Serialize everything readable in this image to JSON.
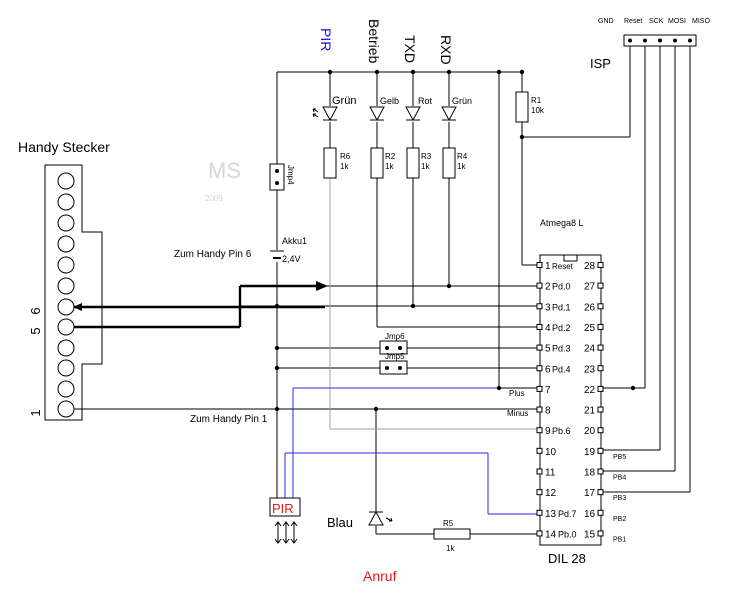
{
  "connector": {
    "title": "Handy Stecker",
    "pin_labels": [
      "6",
      "5",
      "1"
    ]
  },
  "headers": {
    "pir": "PIR",
    "betrieb": "Betrieb",
    "txd": "TXD",
    "rxd": "RXD"
  },
  "leds": [
    {
      "color_label": "Grün"
    },
    {
      "color_label": "Gelb"
    },
    {
      "color_label": "Rot"
    },
    {
      "color_label": "Grün"
    }
  ],
  "resistors": [
    {
      "name": "R6",
      "value": "1k"
    },
    {
      "name": "R2",
      "value": "1k"
    },
    {
      "name": "R3",
      "value": "1k"
    },
    {
      "name": "R4",
      "value": "1k"
    },
    {
      "name": "R1",
      "value": "10k"
    },
    {
      "name": "R5",
      "value": "1k"
    }
  ],
  "watermark": {
    "logo": "MS",
    "year": "2009"
  },
  "jumpers": {
    "jmp4": "Jmp4",
    "jmp6": "Jmp6",
    "jmp5": "Jmp5"
  },
  "battery": {
    "name": "Akku1",
    "voltage": "2,4V"
  },
  "notes": {
    "pin6": "Zum Handy Pin 6",
    "pin1": "Zum Handy Pin 1"
  },
  "isp": {
    "title": "ISP",
    "pins": [
      "GND",
      "Reset",
      "SCK",
      "MOSI",
      "MISO"
    ]
  },
  "chip": {
    "name": "Atmega8 L",
    "package": "DIL 28",
    "left_pins": [
      "1",
      "2",
      "3",
      "4",
      "5",
      "6",
      "7",
      "8",
      "9",
      "10",
      "11",
      "12",
      "13",
      "14"
    ],
    "right_pins": [
      "28",
      "27",
      "26",
      "25",
      "24",
      "23",
      "22",
      "21",
      "20",
      "19",
      "18",
      "17",
      "16",
      "15"
    ],
    "left_funcs": [
      "Reset",
      "Pd.0",
      "Pd.1",
      "Pd.2",
      "Pd.3",
      "Pd.4",
      "",
      "",
      "Pb.6",
      "",
      "",
      "",
      "Pd.7",
      "Pb.0"
    ],
    "outside_labels": {
      "plus": "Plus",
      "minus": "Minus"
    },
    "right_funcs": [
      "PB5",
      "PB4",
      "PB3",
      "PB2",
      "PB1"
    ]
  },
  "pir_module": {
    "label": "PIR"
  },
  "blue_led": {
    "label": "Blau"
  },
  "anruf": {
    "label": "Anruf"
  },
  "colors": {
    "line": "#000000",
    "blue_wire": "#2a2ae6",
    "red_text": "#e31b1b",
    "blue_text": "#1a1ad6",
    "gray_wire": "#a0a0a0",
    "watermark": "#d6d6d6"
  }
}
